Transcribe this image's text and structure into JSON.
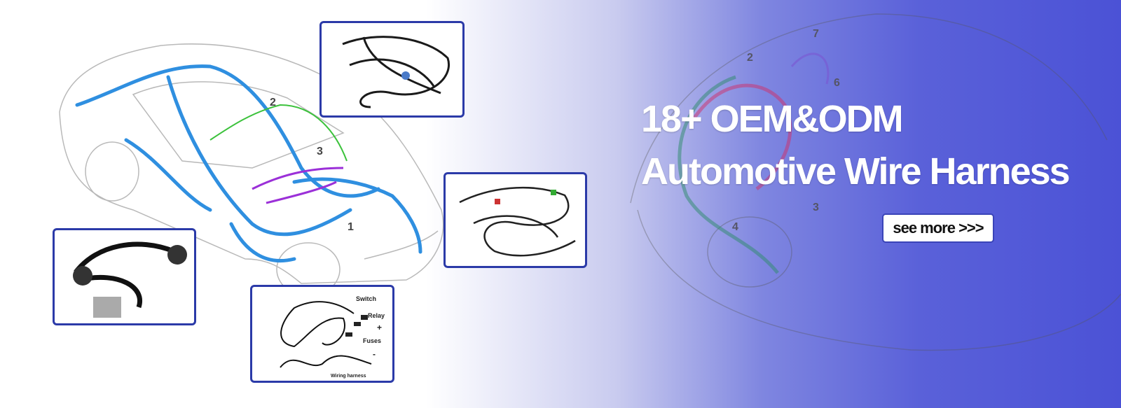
{
  "headline": {
    "line1": "18+ OEM&ODM",
    "line2": "Automotive Wire Harness"
  },
  "cta": {
    "label": "see more >>>"
  },
  "diagram_labels": {
    "car": [
      "1",
      "2",
      "3"
    ],
    "background": [
      "2",
      "7",
      "3",
      "4",
      "6"
    ]
  },
  "wiring_diagram": {
    "switch": "Switch",
    "relay": "Relay",
    "plus": "+",
    "fuses": "Fuses",
    "minus": "-",
    "harness": "Wiring harness"
  },
  "colors": {
    "accent": "#4b52d6",
    "box_border": "#2b3aa8",
    "wire_blue": "#2f8fe0",
    "wire_purple": "#9b30d8",
    "wire_green": "#3cc23c"
  }
}
